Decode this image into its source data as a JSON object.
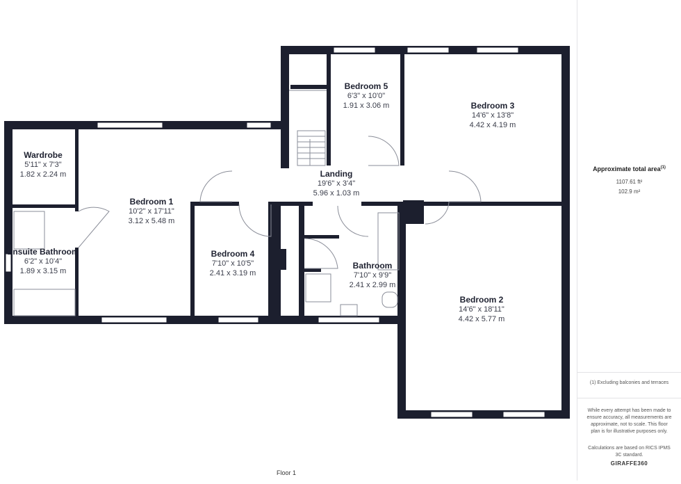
{
  "floor": "Floor 1",
  "rooms": {
    "wardrobe": {
      "name": "Wardrobe",
      "imperial": "5'11\" x 7'3\"",
      "metric": "1.82 x 2.24 m"
    },
    "bedroom1": {
      "name": "Bedroom 1",
      "imperial": "10'2\" x 17'11\"",
      "metric": "3.12 x 5.48 m"
    },
    "ensuite": {
      "name": "Ensuite Bathroom",
      "imperial": "6'2\" x 10'4\"",
      "metric": "1.89 x 3.15 m"
    },
    "bedroom4": {
      "name": "Bedroom 4",
      "imperial": "7'10\" x 10'5\"",
      "metric": "2.41 x 3.19 m"
    },
    "landing": {
      "name": "Landing",
      "imperial": "19'6\" x 3'4\"",
      "metric": "5.96 x 1.03 m"
    },
    "bedroom5": {
      "name": "Bedroom 5",
      "imperial": "6'3\" x 10'0\"",
      "metric": "1.91 x 3.06 m"
    },
    "bedroom3": {
      "name": "Bedroom 3",
      "imperial": "14'6\" x 13'8\"",
      "metric": "4.42 x 4.19 m"
    },
    "bathroom": {
      "name": "Bathroom",
      "imperial": "7'10\" x 9'9\"",
      "metric": "2.41 x 2.99 m"
    },
    "bedroom2": {
      "name": "Bedroom 2",
      "imperial": "14'6\" x 18'11\"",
      "metric": "4.42 x 5.77 m"
    }
  },
  "sidebar": {
    "area_title": "Approximate total area",
    "area_title_sup": "(1)",
    "area_ft": "1107.61 ft²",
    "area_m": "102.9 m²",
    "footnote": "(1) Excluding balconies and terraces",
    "disclaimer": "While every attempt has been made to ensure accuracy, all measurements are approximate, not to scale. This floor plan is for illustrative purposes only.",
    "calc_note": "Calculations are based on RICS IPMS 3C standard.",
    "brand": "GIRAFFE360"
  },
  "colors": {
    "wall": "#1c1f2e",
    "window": "#ffffff",
    "line": "#8a8d98"
  }
}
